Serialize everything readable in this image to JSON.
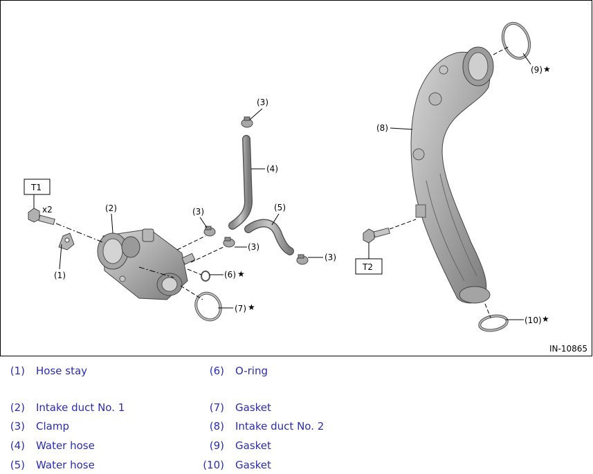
{
  "figure": {
    "id": "IN-10865",
    "callouts": {
      "c1": "(1)",
      "c2": "(2)",
      "c3a": "(3)",
      "c3b": "(3)",
      "c3c": "(3)",
      "c3d": "(3)",
      "c4": "(4)",
      "c5": "(5)",
      "c6": "(6)",
      "c7": "(7)",
      "c8": "(8)",
      "c9": "(9)",
      "c10": "(10)"
    },
    "star": "★",
    "torque_tags": {
      "t1": "T1",
      "t2": "T2"
    },
    "quantity": "x2"
  },
  "legend": {
    "left": [
      {
        "num": "(1)",
        "text": "Hose stay"
      },
      {
        "num": "(2)",
        "text": "Intake duct No. 1"
      },
      {
        "num": "(3)",
        "text": "Clamp"
      },
      {
        "num": "(4)",
        "text": "Water hose"
      },
      {
        "num": "(5)",
        "text": "Water hose"
      }
    ],
    "right": [
      {
        "num": "(6)",
        "text": "O-ring"
      },
      {
        "num": "(7)",
        "text": "Gasket"
      },
      {
        "num": "(8)",
        "text": "Intake duct No. 2"
      },
      {
        "num": "(9)",
        "text": "Gasket"
      },
      {
        "num": "(10)",
        "text": "Gasket"
      }
    ]
  }
}
